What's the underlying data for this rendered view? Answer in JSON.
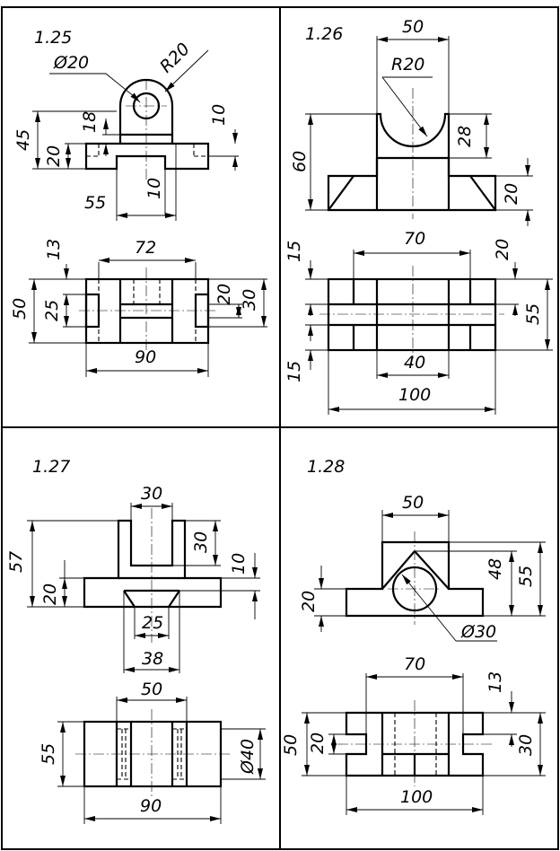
{
  "problems": {
    "p125": {
      "label": "1.25",
      "dims": {
        "d_phi20": "Ø20",
        "d_r20": "R20",
        "d_45": "45",
        "d_18": "18",
        "d_20": "20",
        "d_10": "10",
        "d_55": "55",
        "d_10b": "10",
        "d_13": "13",
        "d_72": "72",
        "d_50": "50",
        "d_25": "25",
        "d_20b": "20",
        "d_30": "30",
        "d_90": "90"
      }
    },
    "p126": {
      "label": "1.26",
      "dims": {
        "d_50": "50",
        "d_r20": "R20",
        "d_60": "60",
        "d_28": "28",
        "d_20": "20",
        "d_15": "15",
        "d_70": "70",
        "d_20b": "20",
        "d_55": "55",
        "d_40": "40",
        "d_15b": "15",
        "d_100": "100"
      }
    },
    "p127": {
      "label": "1.27",
      "dims": {
        "d_30": "30",
        "d_57": "57",
        "d_30b": "30",
        "d_10": "10",
        "d_20": "20",
        "d_25": "25",
        "d_38": "38",
        "d_50": "50",
        "d_55": "55",
        "d_phi40": "Ø40",
        "d_90": "90"
      }
    },
    "p128": {
      "label": "1.28",
      "dims": {
        "d_50": "50",
        "d_48": "48",
        "d_55": "55",
        "d_20": "20",
        "d_phi30": "Ø30",
        "d_70": "70",
        "d_13": "13",
        "d_50b": "50",
        "d_20b": "20",
        "d_30": "30",
        "d_100": "100"
      }
    }
  }
}
